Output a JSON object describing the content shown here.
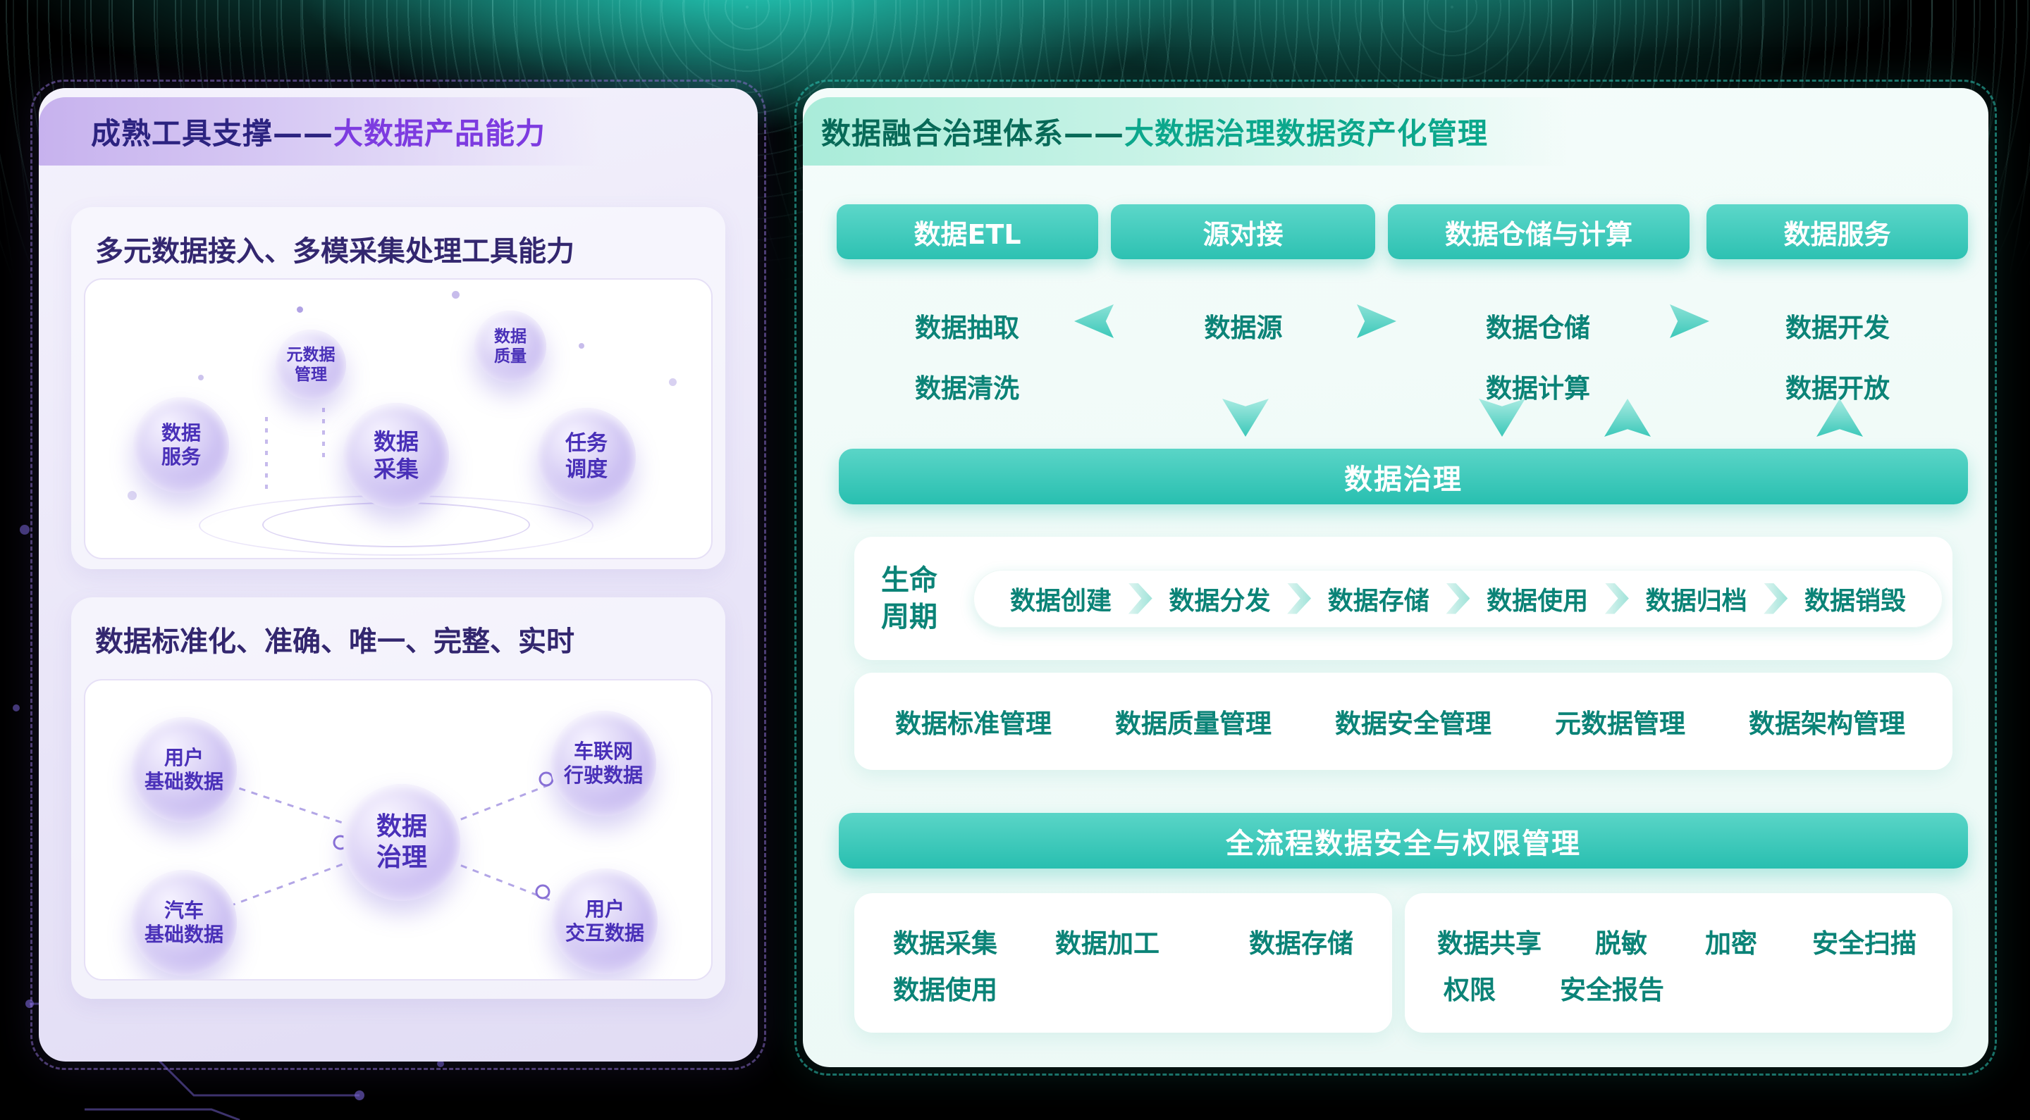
{
  "colors": {
    "teal_accent": "#2ec4b6",
    "teal_text": "#0b8377",
    "purple_accent": "#7d3be0",
    "purple_text": "#2c2380",
    "bubble_text": "#4930b8"
  },
  "left_panel": {
    "title_prefix": "成熟工具支撑——",
    "title_suffix": "大数据产品能力",
    "section1": {
      "title": "多元数据接入、多模采集处理工具能力",
      "bubble_service": "数据\n服务",
      "bubble_metadata": "元数据\n管理",
      "bubble_collection": "数据\n采集",
      "bubble_quality": "数据\n质量",
      "bubble_scheduling": "任务\n调度"
    },
    "section2": {
      "title": "数据标准化、准确、唯一、完整、实时",
      "bubble_user_base": "用户\n基础数据",
      "bubble_vehicle": "车联网\n行驶数据",
      "bubble_car_base": "汽车\n基础数据",
      "bubble_user_interaction": "用户\n交互数据",
      "bubble_center": "数据\n治理"
    }
  },
  "right_panel": {
    "title_prefix": "数据融合治理体系——",
    "title_suffix": "大数据治理数据资产化管理",
    "columns": [
      {
        "header": "数据ETL",
        "items": [
          "数据抽取",
          "数据清洗"
        ]
      },
      {
        "header": "源对接",
        "items": [
          "数据源"
        ]
      },
      {
        "header": "数据仓储与计算",
        "items": [
          "数据仓储",
          "数据计算"
        ]
      },
      {
        "header": "数据服务",
        "items": [
          "数据开发",
          "数据开放"
        ]
      }
    ],
    "governance_bar": "数据治理",
    "lifecycle_label": "生命\n周期",
    "lifecycle_stages": [
      "数据创建",
      "数据分发",
      "数据存储",
      "数据使用",
      "数据归档",
      "数据销毁"
    ],
    "management_items": [
      "数据标准管理",
      "数据质量管理",
      "数据安全管理",
      "元数据管理",
      "数据架构管理"
    ],
    "security_bar": "全流程数据安全与权限管理",
    "security_process_items": [
      "数据采集",
      "数据加工",
      "数据存储",
      "数据使用"
    ],
    "security_control_items": [
      "数据共享",
      "脱敏",
      "加密",
      "安全扫描",
      "权限",
      "安全报告"
    ]
  }
}
